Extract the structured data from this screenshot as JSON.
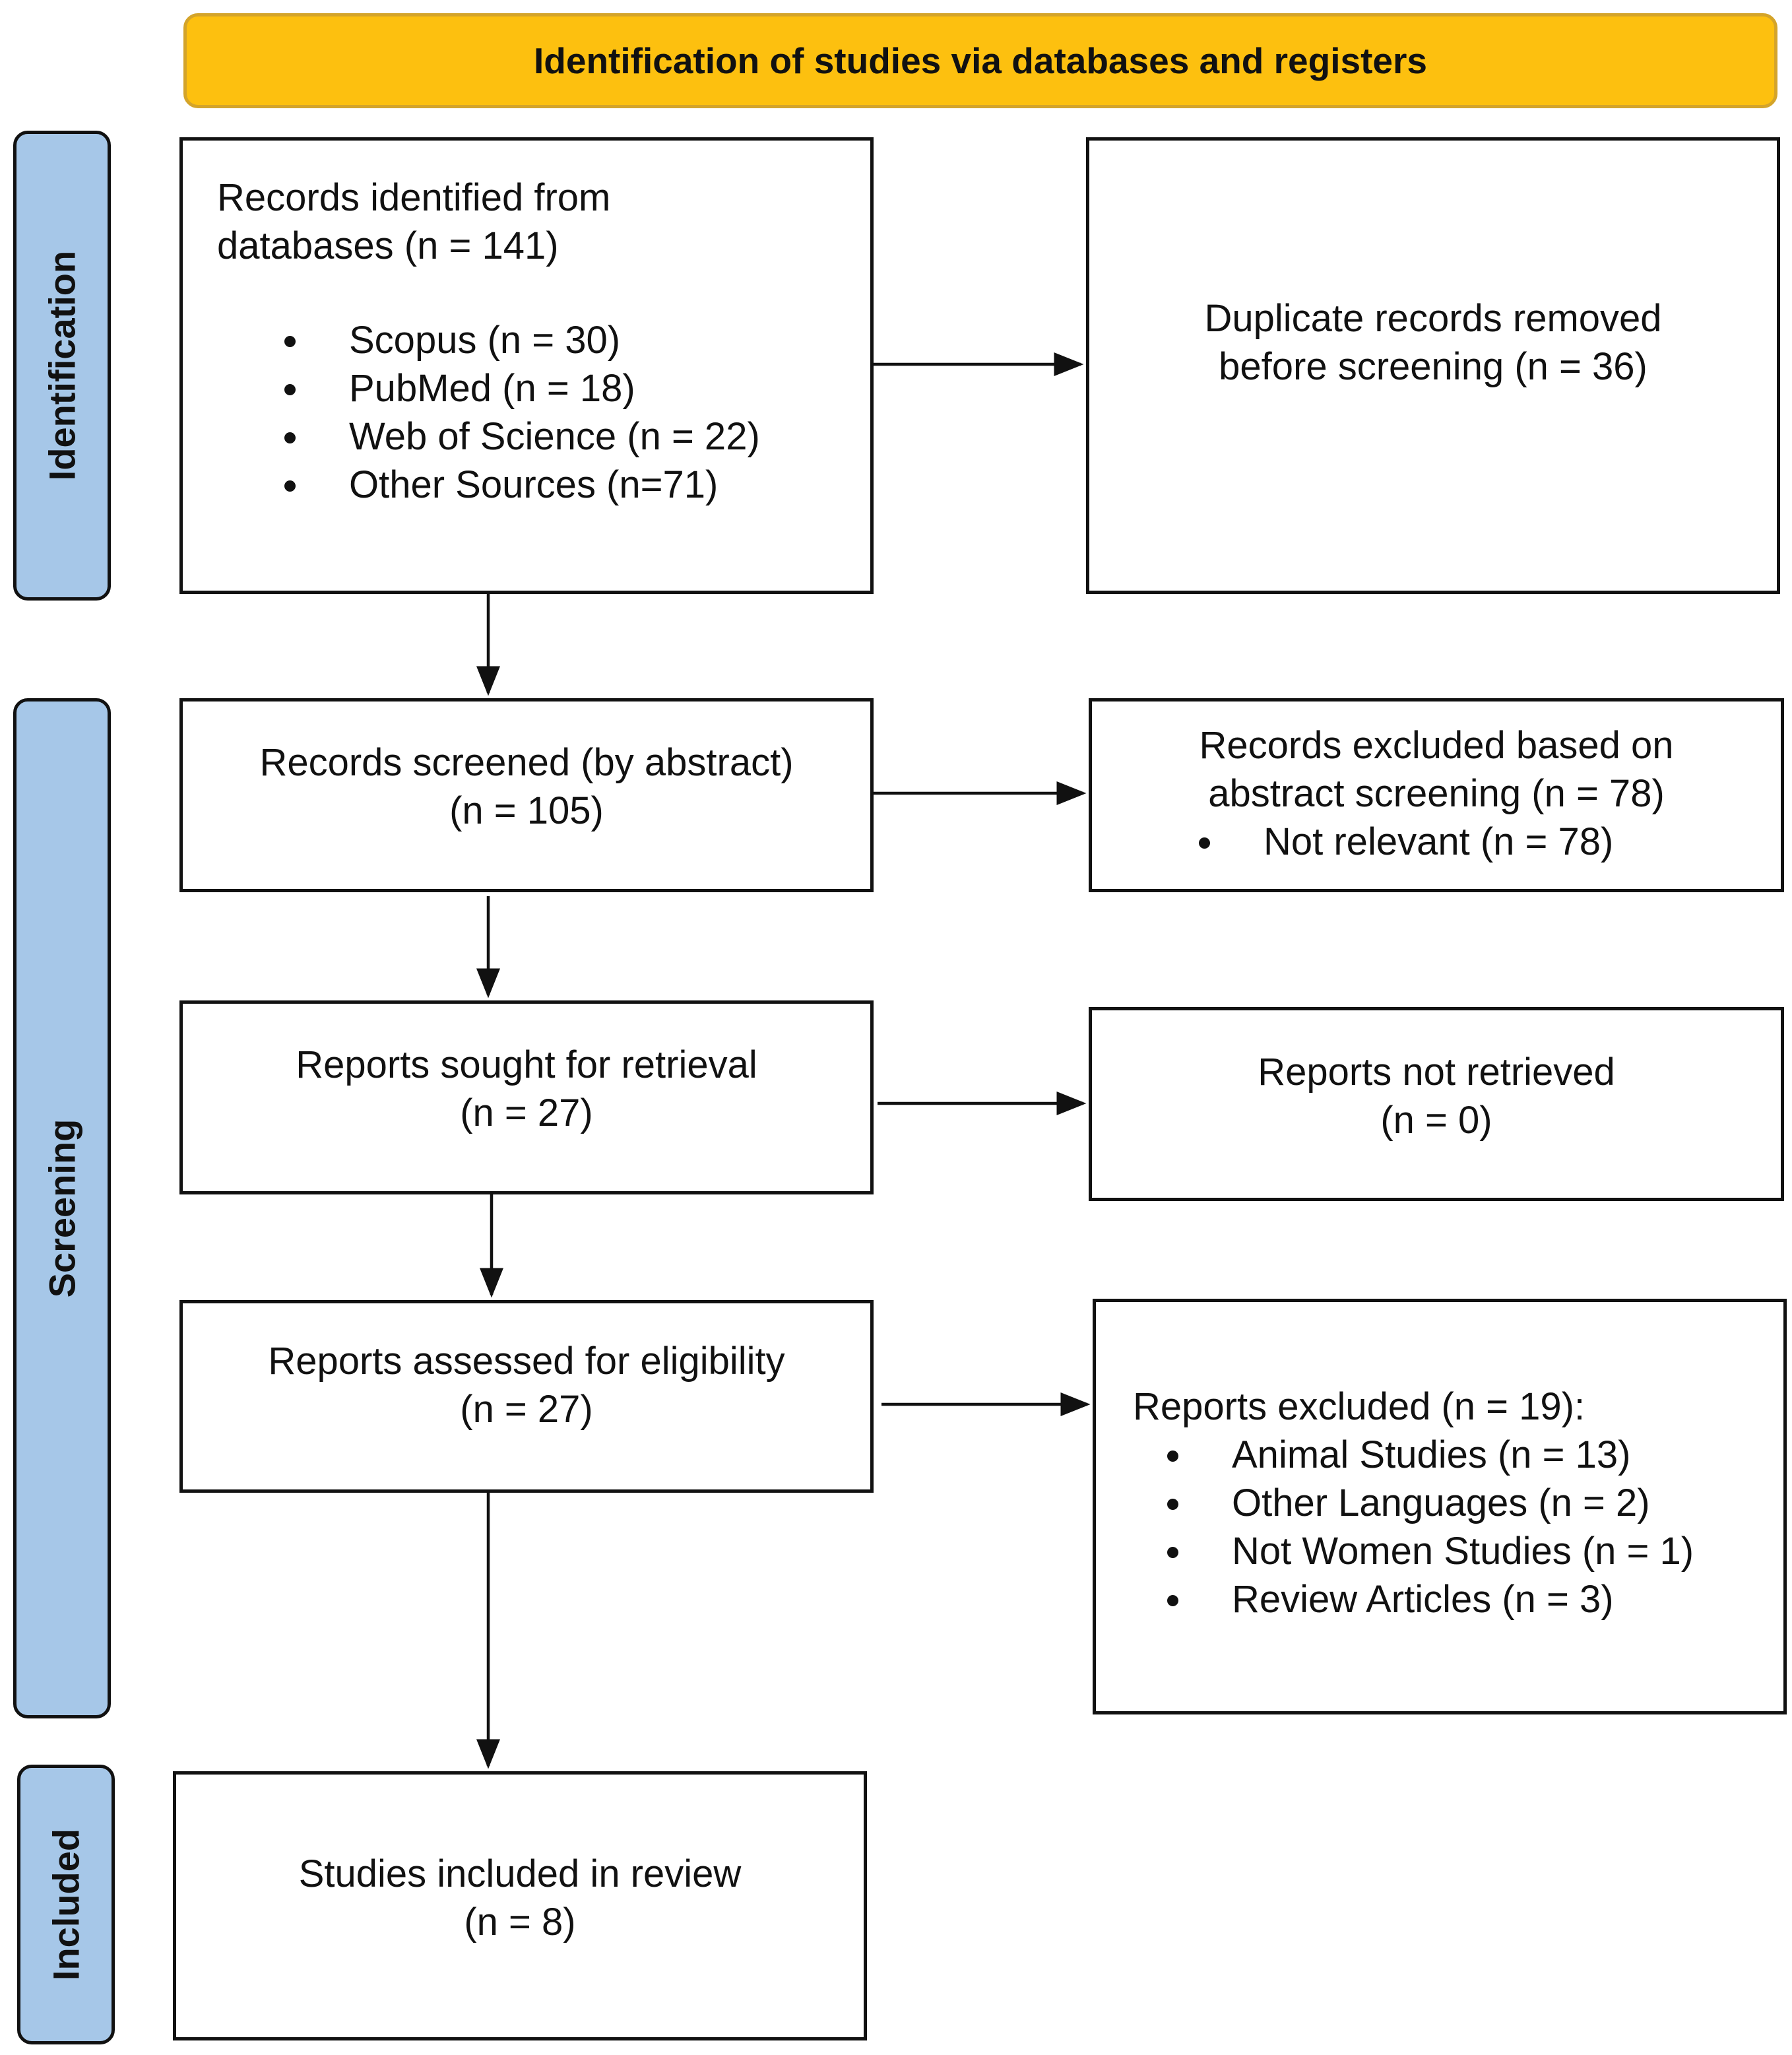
{
  "header": {
    "title": "Identification of studies via databases and registers"
  },
  "stages": {
    "identification": "Identification",
    "screening": "Screening",
    "included": "Included"
  },
  "boxes": {
    "records_identified": {
      "text": "Records identified from\ndatabases (n = 141)",
      "items": [
        "Scopus (n = 30)",
        "PubMed (n = 18)",
        "Web of Science (n = 22)",
        "Other Sources (n=71)"
      ]
    },
    "duplicates_removed": {
      "text": "Duplicate records removed\nbefore screening (n = 36)"
    },
    "records_screened": {
      "text": "Records screened (by abstract)\n(n = 105)"
    },
    "records_excluded": {
      "text": "Records excluded based on\nabstract screening (n = 78)",
      "items": [
        "Not relevant (n = 78)"
      ]
    },
    "reports_sought": {
      "text": "Reports sought for retrieval\n(n = 27)"
    },
    "reports_not_retrieved": {
      "text": "Reports not retrieved\n(n = 0)"
    },
    "reports_assessed": {
      "text": "Reports assessed for eligibility\n(n = 27)"
    },
    "reports_excluded": {
      "text": "Reports excluded (n = 19):",
      "items": [
        "Animal Studies (n = 13)",
        "Other Languages (n = 2)",
        "Not Women Studies (n = 1)",
        "Review Articles (n = 3)"
      ]
    },
    "studies_included": {
      "text": "Studies included in review\n(n = 8)"
    }
  }
}
